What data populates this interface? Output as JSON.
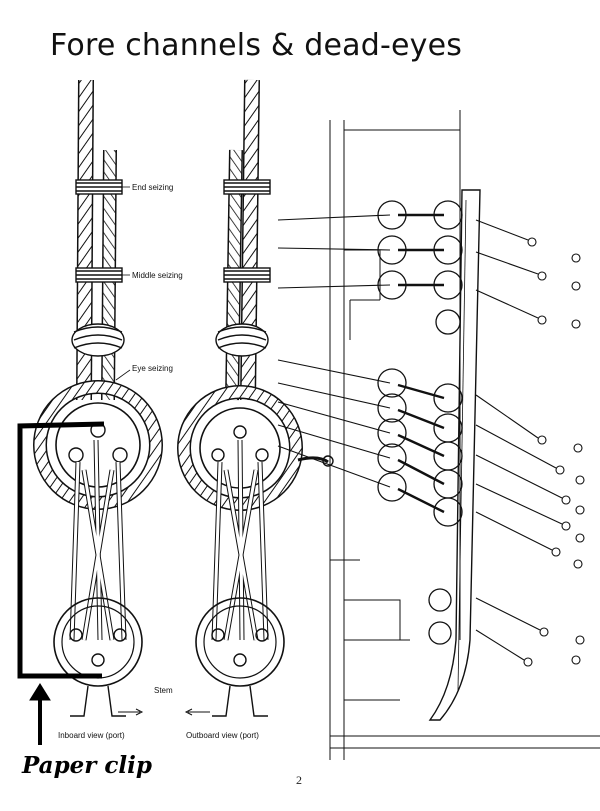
{
  "page": {
    "title": "Fore channels & dead-eyes",
    "page_number": "2"
  },
  "labels": {
    "end_seizing": "End seizing",
    "middle_seizing": "Middle seizing",
    "eye_seizing": "Eye seizing",
    "stem": "Stem",
    "inboard_view": "Inboard view (port)",
    "outboard_view": "Outboard view (port)"
  },
  "annotation": {
    "paper_clip": "Paper clip",
    "color": "#000000"
  }
}
